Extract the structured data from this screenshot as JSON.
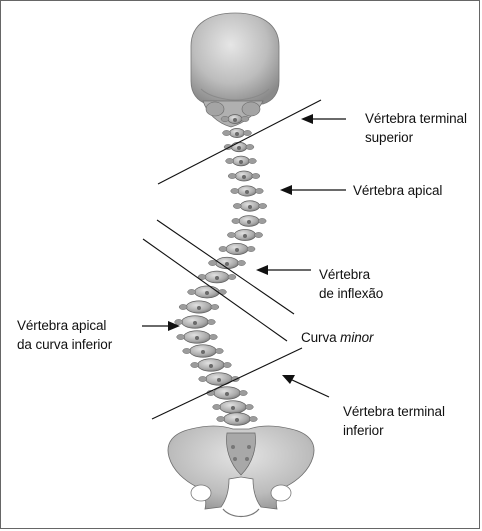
{
  "labels": {
    "terminal_superior": {
      "line1": "Vértebra terminal",
      "line2": "superior"
    },
    "apical": {
      "line1": "Vértebra apical"
    },
    "inflexao": {
      "line1": "Vértebra",
      "line2": "de inflexão"
    },
    "curva_minor": {
      "prefix": "Curva ",
      "emphasis": "minor"
    },
    "apical_inferior": {
      "line1": "Vértebra apical",
      "line2": "da curva inferior"
    },
    "terminal_inferior": {
      "line1": "Vértebra terminal",
      "line2": "inferior"
    }
  },
  "colors": {
    "bone": "#c9c9c9",
    "bone_shade": "#8f8f8f",
    "bone_dark": "#5e5e5e",
    "line": "#111111",
    "frame": "#666666"
  }
}
